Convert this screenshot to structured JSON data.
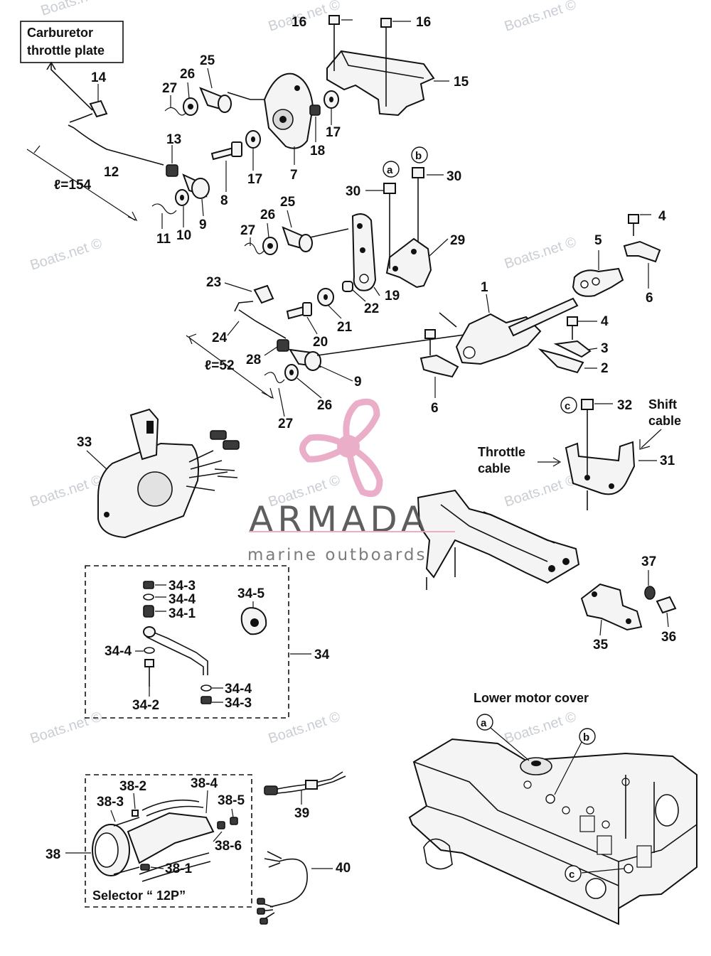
{
  "labels": {
    "carb_line1": "Carburetor",
    "carb_line2": "throttle plate",
    "l154": "ℓ=154",
    "l52": "ℓ=52",
    "shift_1": "Shift",
    "shift_2": "cable",
    "throttle_1": "Throttle",
    "throttle_2": "cable",
    "lower_cover": "Lower motor cover",
    "selector": "Selector “ 12P”",
    "circ_a": "a",
    "circ_b": "b",
    "circ_c": "c"
  },
  "part_numbers": {
    "p1": "1",
    "p2": "2",
    "p3": "3",
    "p4": "4",
    "p5": "5",
    "p6": "6",
    "p7": "7",
    "p8": "8",
    "p9": "9",
    "p10": "10",
    "p11": "11",
    "p12": "12",
    "p13": "13",
    "p14": "14",
    "p15": "15",
    "p16": "16",
    "p17": "17",
    "p18": "18",
    "p19": "19",
    "p20": "20",
    "p21": "21",
    "p22": "22",
    "p23": "23",
    "p24": "24",
    "p25": "25",
    "p26": "26",
    "p27": "27",
    "p28": "28",
    "p29": "29",
    "p30": "30",
    "p31": "31",
    "p32": "32",
    "p33": "33",
    "p34": "34",
    "p34_1": "34-1",
    "p34_2": "34-2",
    "p34_3": "34-3",
    "p34_4": "34-4",
    "p34_5": "34-5",
    "p35": "35",
    "p36": "36",
    "p37": "37",
    "p38": "38",
    "p38_1": "38-1",
    "p38_2": "38-2",
    "p38_3": "38-3",
    "p38_4": "38-4",
    "p38_5": "38-5",
    "p38_6": "38-6",
    "p39": "39",
    "p40": "40"
  },
  "watermark": {
    "text": "Boats.net ©",
    "brand": "ARMADA",
    "tagline": "marine outboards",
    "logo_color": "#e9a6c4"
  }
}
